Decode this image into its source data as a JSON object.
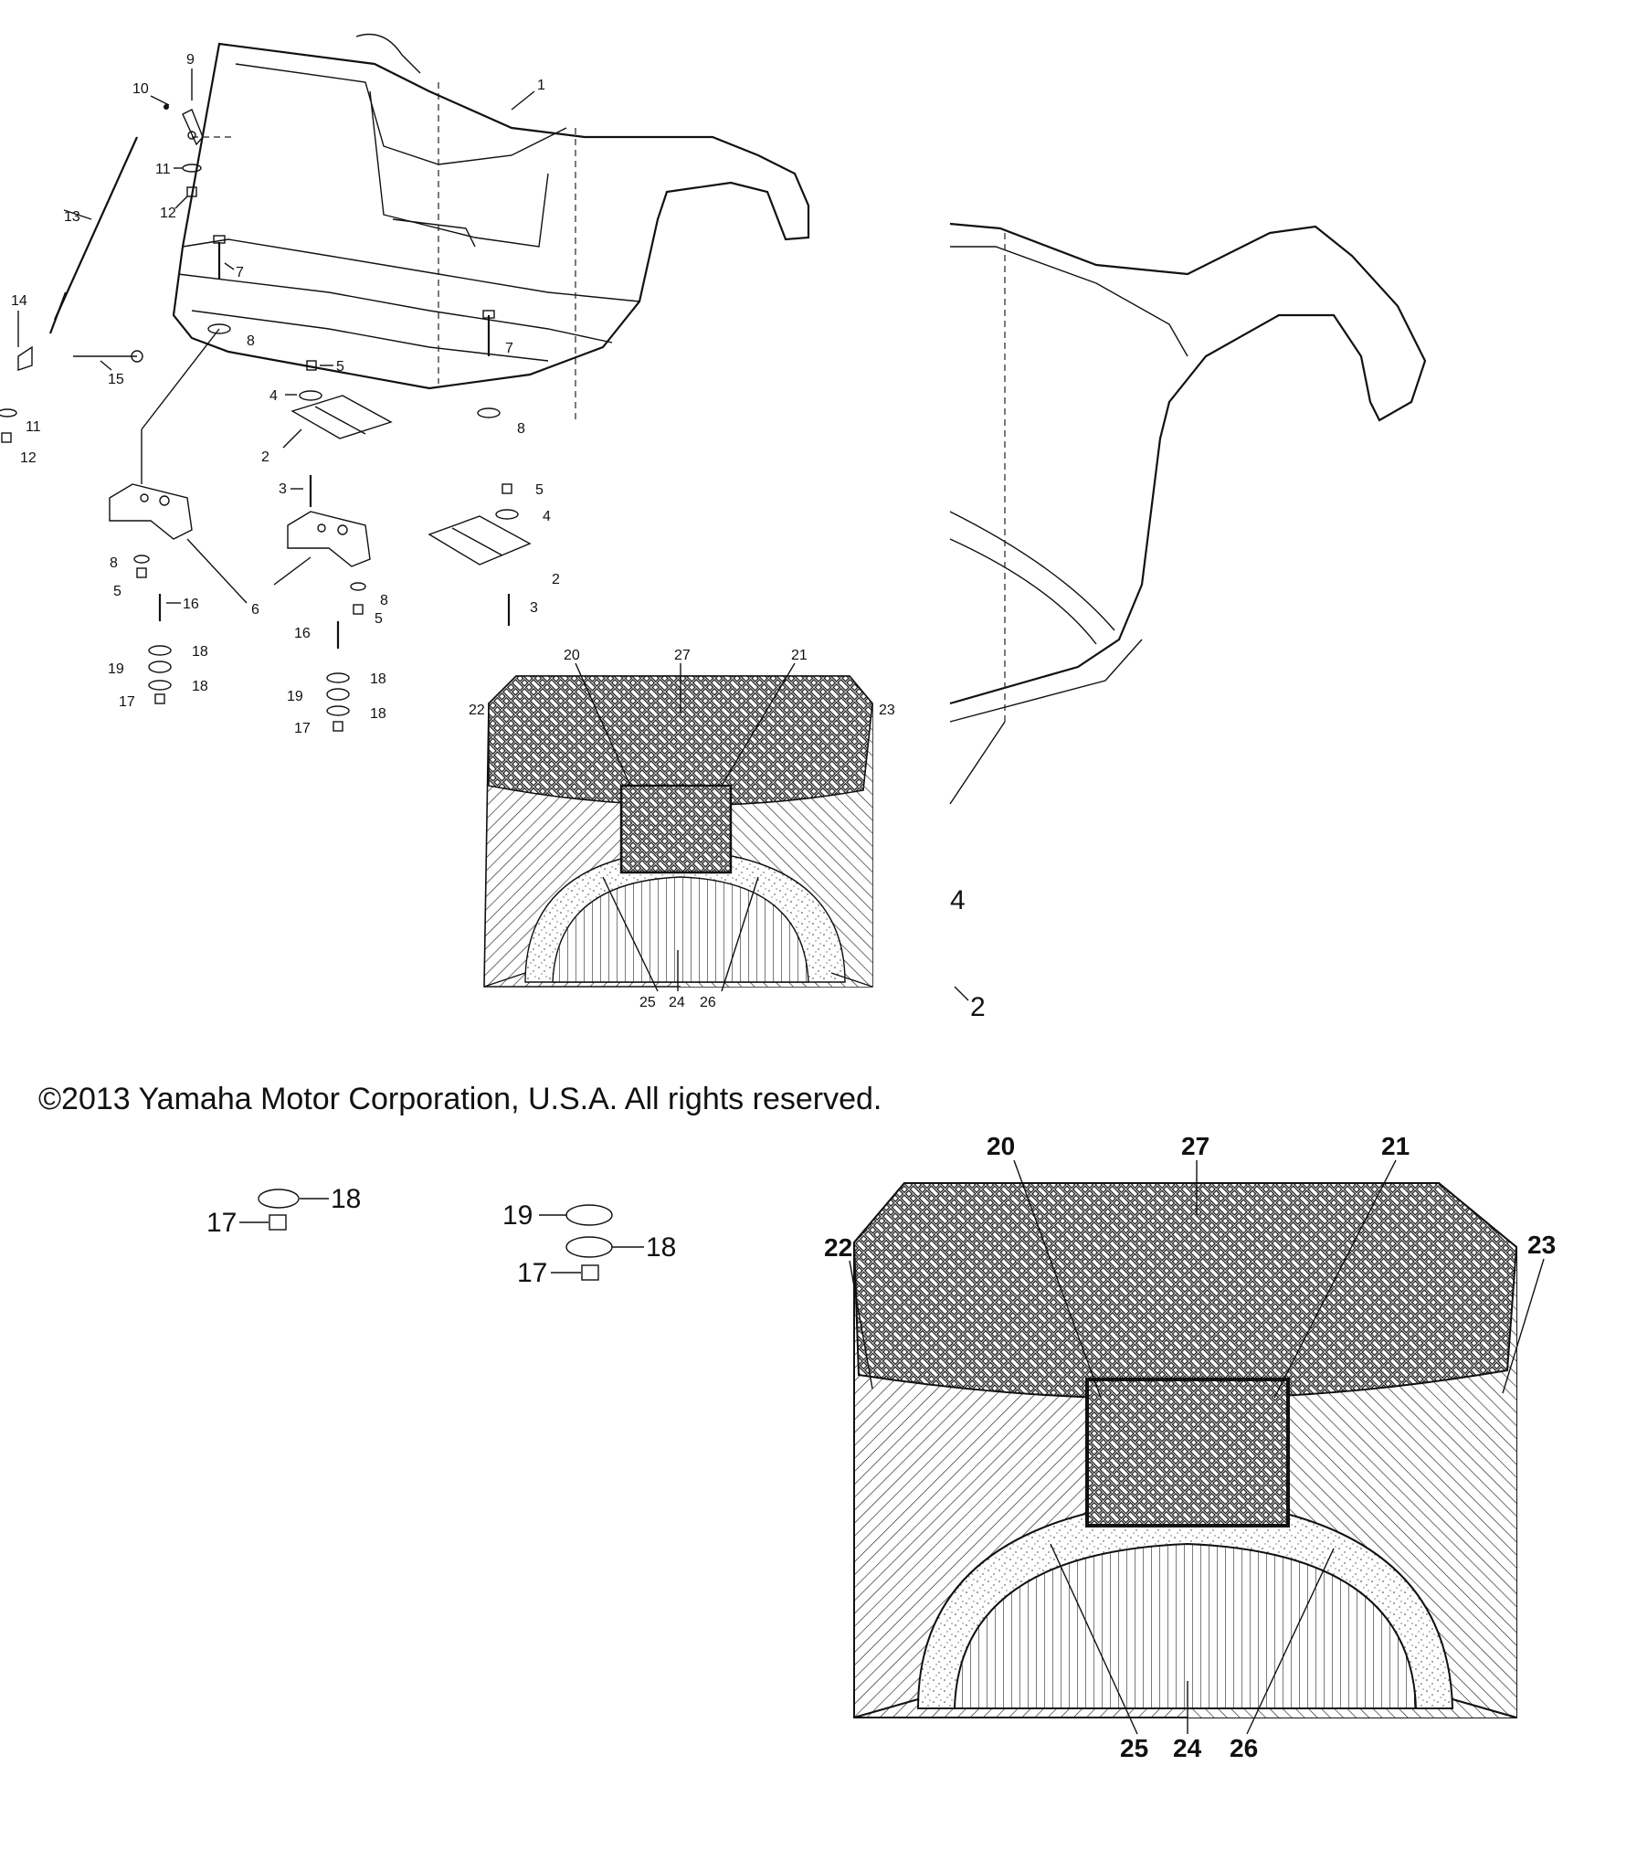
{
  "copyright": "©2013 Yamaha Motor Corporation, U.S.A. All rights reserved.",
  "callouts_main": [
    "1",
    "2",
    "3",
    "4",
    "5",
    "6",
    "7",
    "8",
    "9",
    "10",
    "11",
    "12",
    "13",
    "14",
    "15",
    "16",
    "17",
    "18",
    "19"
  ],
  "callouts_section": [
    "20",
    "21",
    "22",
    "23",
    "24",
    "25",
    "26",
    "27"
  ],
  "detail_zoom_labels": [
    "4",
    "2"
  ],
  "detail_bottom_labels": [
    "17",
    "18",
    "19",
    "18",
    "17"
  ]
}
